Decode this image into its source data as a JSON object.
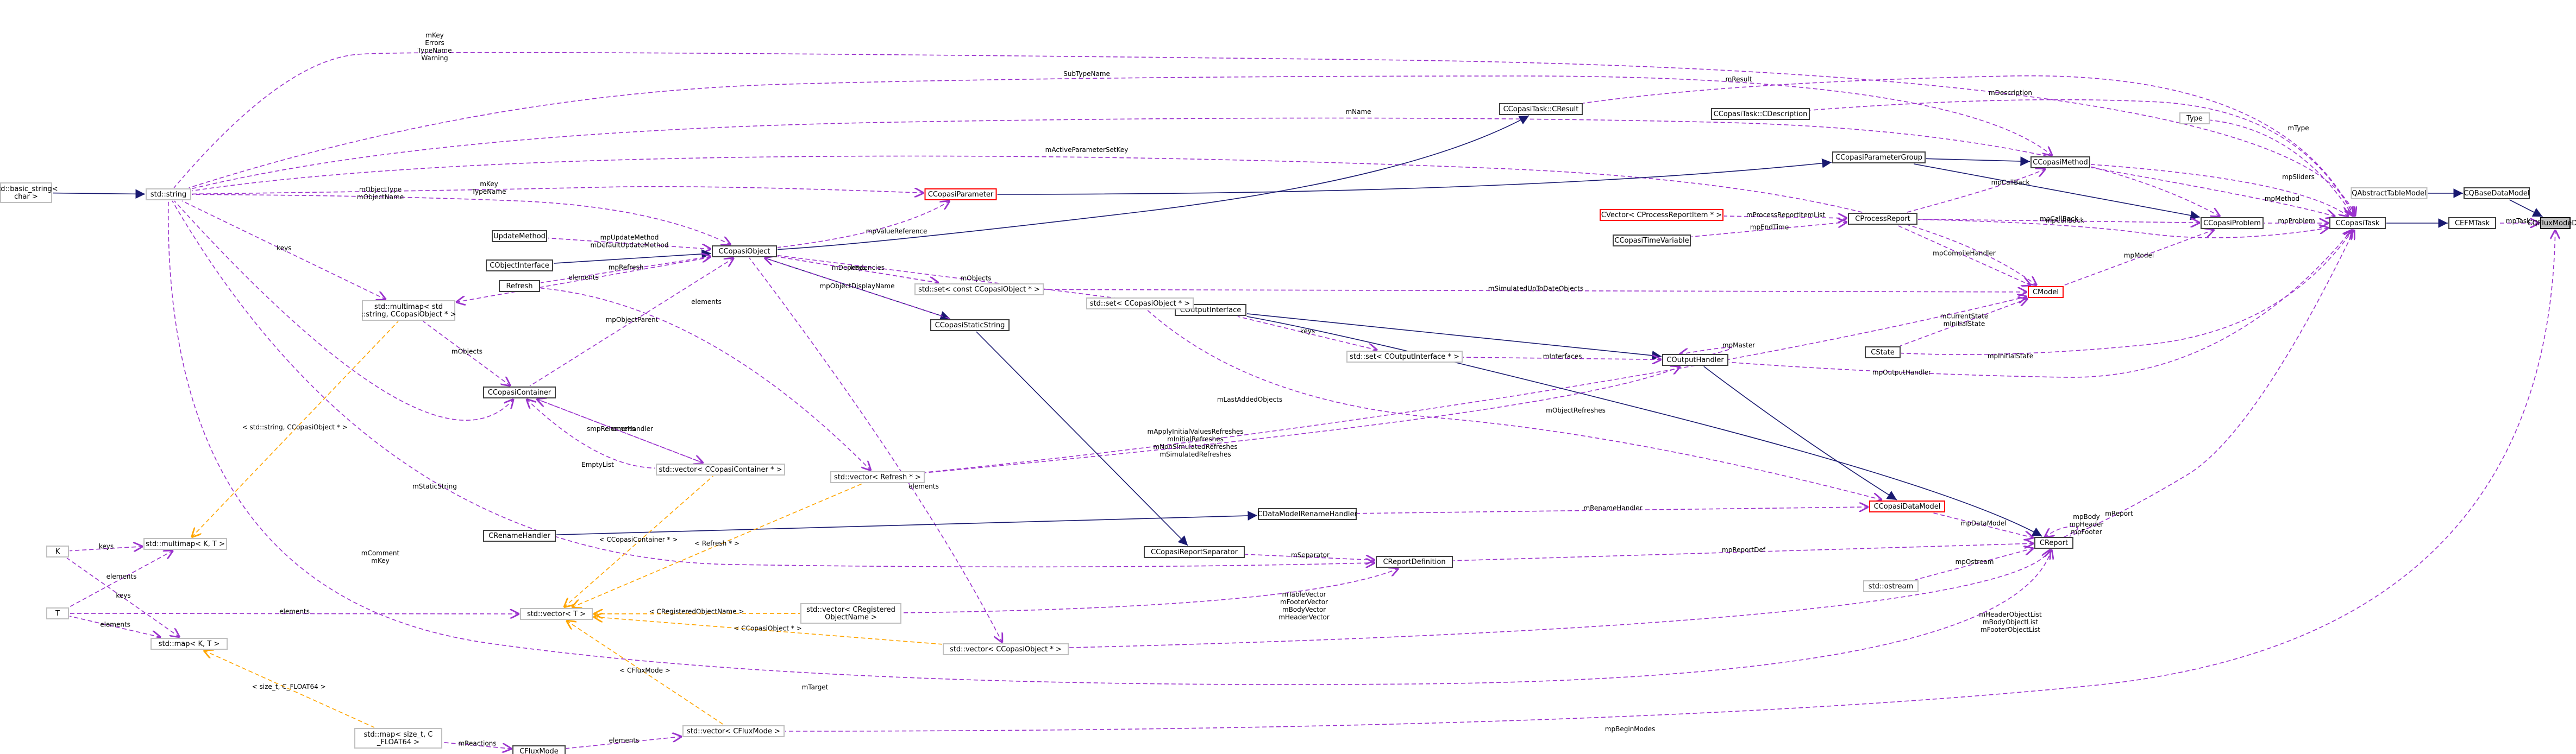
{
  "colors": {
    "inheritance": "#191970",
    "usage": "#9a32cd",
    "template": "#ffa500",
    "focus_fill": "#bfbfbf",
    "node_border": "#404040",
    "undocumented_border": "#bfbfbf",
    "incomplete_border": "#ff0000"
  },
  "nodes": [
    {
      "id": "CQFluxModeDM",
      "label": "CQFluxModeDM",
      "style": "focus"
    },
    {
      "id": "CQBaseDataModel",
      "label": "CQBaseDataModel",
      "style": "normal"
    },
    {
      "id": "CAbstractTableModel",
      "label": "QAbstractTableModel",
      "style": "gray"
    },
    {
      "id": "CEFMTask",
      "label": "CEFMTask",
      "style": "normal"
    },
    {
      "id": "CCopasiTask",
      "label": "CCopasiTask",
      "style": "normal"
    },
    {
      "id": "CCopasiProblem",
      "label": "CCopasiProblem",
      "style": "normal"
    },
    {
      "id": "CCopasiMethod",
      "label": "CCopasiMethod",
      "style": "normal"
    },
    {
      "id": "CCopasiParameterGroup",
      "label": "CCopasiParameterGroup",
      "style": "normal"
    },
    {
      "id": "CCopasiParameter",
      "label": "CCopasiParameter",
      "style": "red"
    },
    {
      "id": "CCopasiObject",
      "label": "CCopasiObject",
      "style": "normal"
    },
    {
      "id": "CCopasiContainer",
      "label": "CCopasiContainer",
      "style": "normal"
    },
    {
      "id": "CCopasiTaskCResult",
      "label": "CCopasiTask::CResult",
      "style": "normal"
    },
    {
      "id": "CCopasiTaskCDescription",
      "label": "CCopasiTask::CDescription",
      "style": "normal"
    },
    {
      "id": "Type",
      "label": "Type",
      "style": "gray"
    },
    {
      "id": "CProcessReport",
      "label": "CProcessReport",
      "style": "normal"
    },
    {
      "id": "CVectorReportItem",
      "label": "CVector< CProcessReportItem * >",
      "style": "red"
    },
    {
      "id": "CCopasiTimeVariable",
      "label": "CCopasiTimeVariable",
      "style": "normal"
    },
    {
      "id": "CModel",
      "label": "CModel",
      "style": "red"
    },
    {
      "id": "CState",
      "label": "CState",
      "style": "normal"
    },
    {
      "id": "COutputHandler",
      "label": "COutputHandler",
      "style": "normal"
    },
    {
      "id": "COutputInterface",
      "label": "COutputInterface",
      "style": "normal"
    },
    {
      "id": "CReport",
      "label": "CReport",
      "style": "normal"
    },
    {
      "id": "CCopasiDataModel",
      "label": "CCopasiDataModel",
      "style": "red"
    },
    {
      "id": "CReportDefinition",
      "label": "CReportDefinition",
      "style": "normal"
    },
    {
      "id": "CDataModelRenameHandler",
      "label": "CDataModelRenameHandler",
      "style": "normal"
    },
    {
      "id": "CRenameHandler",
      "label": "CRenameHandler",
      "style": "normal"
    },
    {
      "id": "CCopasiReportSeparator",
      "label": "CCopasiReportSeparator",
      "style": "normal"
    },
    {
      "id": "CCopasiStaticString",
      "label": "CCopasiStaticString",
      "style": "normal"
    },
    {
      "id": "CFluxMode",
      "label": "CFluxMode",
      "style": "normal"
    },
    {
      "id": "ostream",
      "label": "std::ostream",
      "style": "gray"
    },
    {
      "id": "stdstring",
      "label": "std::string",
      "style": "gray"
    },
    {
      "id": "basicstring",
      "label": "std::basic_string<\nchar >",
      "style": "gray"
    },
    {
      "id": "UpdateMethod",
      "label": "UpdateMethod",
      "style": "normal"
    },
    {
      "id": "CObjectInterface",
      "label": "CObjectInterface",
      "style": "normal"
    },
    {
      "id": "Refresh",
      "label": "Refresh",
      "style": "normal"
    },
    {
      "id": "multimapStringObj",
      "label": "std::multimap< std\n::string, CCopasiObject * >",
      "style": "gray"
    },
    {
      "id": "multimapKT",
      "label": "std::multimap< K, T >",
      "style": "gray"
    },
    {
      "id": "K",
      "label": "K",
      "style": "gray"
    },
    {
      "id": "T",
      "label": "T",
      "style": "gray"
    },
    {
      "id": "mapKT",
      "label": "std::map< K, T >",
      "style": "gray"
    },
    {
      "id": "vectorT",
      "label": "std::vector< T >",
      "style": "gray"
    },
    {
      "id": "mapSizeFloat",
      "label": "std::map< size_t, C\n_FLOAT64 >",
      "style": "gray"
    },
    {
      "id": "setConstObj",
      "label": "std::set< const CCopasiObject * >",
      "style": "gray"
    },
    {
      "id": "setObj",
      "label": "std::set< CCopasiObject * >",
      "style": "gray"
    },
    {
      "id": "setOutputIf",
      "label": "std::set< COutputInterface * >",
      "style": "gray"
    },
    {
      "id": "vectorContainer",
      "label": "std::vector< CCopasiContainer * >",
      "style": "gray"
    },
    {
      "id": "vectorRefresh",
      "label": "std::vector< Refresh * >",
      "style": "gray"
    },
    {
      "id": "vectorRegName",
      "label": "std::vector< CRegistered\nObjectName >",
      "style": "gray"
    },
    {
      "id": "vectorObj",
      "label": "std::vector< CCopasiObject * >",
      "style": "gray"
    },
    {
      "id": "vectorFluxMode",
      "label": "std::vector< CFluxMode >",
      "style": "gray"
    }
  ],
  "edges": [
    {
      "kind": "inh",
      "label": ""
    },
    {
      "kind": "inh",
      "label": ""
    },
    {
      "kind": "use",
      "label": "mpTask"
    },
    {
      "kind": "use",
      "label": "mpBeginModes"
    },
    {
      "kind": "inh",
      "label": ""
    },
    {
      "kind": "use",
      "label": "mKey\nErrors\nTypeName\nWarning"
    },
    {
      "kind": "use",
      "label": "mResult"
    },
    {
      "kind": "use",
      "label": "mDescription"
    },
    {
      "kind": "use",
      "label": "mType"
    },
    {
      "kind": "use",
      "label": "mpSliders"
    },
    {
      "kind": "use",
      "label": "mpMethod"
    },
    {
      "kind": "use",
      "label": "mpProblem"
    },
    {
      "kind": "use",
      "label": "mpCallBack"
    },
    {
      "kind": "use",
      "label": "mpInitialState"
    },
    {
      "kind": "use",
      "label": "mpOutputHandler"
    },
    {
      "kind": "use",
      "label": "mReport"
    },
    {
      "kind": "use",
      "label": "SubTypeName"
    },
    {
      "kind": "use",
      "label": "mName"
    },
    {
      "kind": "use",
      "label": "mActiveParameterSetKey"
    },
    {
      "kind": "use",
      "label": "mKey\nTypeName"
    },
    {
      "kind": "use",
      "label": "mObjectType\nmObjectName"
    },
    {
      "kind": "use",
      "label": "mpValueReference"
    },
    {
      "kind": "inh",
      "label": ""
    },
    {
      "kind": "inh",
      "label": ""
    },
    {
      "kind": "inh",
      "label": ""
    },
    {
      "kind": "inh",
      "label": ""
    },
    {
      "kind": "use",
      "label": "mpCallBack"
    },
    {
      "kind": "use",
      "label": "mpCallBack"
    },
    {
      "kind": "use",
      "label": "mpModel"
    },
    {
      "kind": "use",
      "label": "mProcessReportItemList"
    },
    {
      "kind": "use",
      "label": "mpEndTime"
    },
    {
      "kind": "use",
      "label": "mpCompileHandler"
    },
    {
      "kind": "use",
      "label": "mSimulatedUpToDateObjects"
    },
    {
      "kind": "use",
      "label": "mApplyInitialValuesRefreshes\nmInitialRefreshes\nmNonSimulatedRefreshes\nmSimulatedRefreshes"
    },
    {
      "kind": "use",
      "label": "mCurrentState\nmInitialState"
    },
    {
      "kind": "use",
      "label": "mpUpdateMethod\nmDefaultUpdateMethod"
    },
    {
      "kind": "inh",
      "label": ""
    },
    {
      "kind": "use",
      "label": "mDependencies"
    },
    {
      "kind": "use",
      "label": "keys"
    },
    {
      "kind": "use",
      "label": "mpRefresh"
    },
    {
      "kind": "use",
      "label": "mpObjectParent"
    },
    {
      "kind": "use",
      "label": "elements"
    },
    {
      "kind": "use",
      "label": "mObjects"
    },
    {
      "kind": "use",
      "label": "keys"
    },
    {
      "kind": "use",
      "label": "mObjects"
    },
    {
      "kind": "inh",
      "label": ""
    },
    {
      "kind": "use",
      "label": "mpObjectDisplayName"
    },
    {
      "kind": "use",
      "label": "elements"
    },
    {
      "kind": "inh",
      "label": ""
    },
    {
      "kind": "use",
      "label": "mpMaster"
    },
    {
      "kind": "use",
      "label": "mInterfaces"
    },
    {
      "kind": "use",
      "label": "keys"
    },
    {
      "kind": "inh",
      "label": ""
    },
    {
      "kind": "inh",
      "label": ""
    },
    {
      "kind": "use",
      "label": "mLastAddedObjects"
    },
    {
      "kind": "use",
      "label": "mObjectRefreshes"
    },
    {
      "kind": "use",
      "label": "mpDataModel"
    },
    {
      "kind": "use",
      "label": "mpBody\nmpHeader\nmpFooter"
    },
    {
      "kind": "use",
      "label": "mpReportDef"
    },
    {
      "kind": "use",
      "label": "mpOstream"
    },
    {
      "kind": "use",
      "label": "mHeaderObjectList\nmBodyObjectList\nmFooterObjectList"
    },
    {
      "kind": "use",
      "label": "mTarget"
    },
    {
      "kind": "use",
      "label": "mRenameHandler"
    },
    {
      "kind": "inh",
      "label": ""
    },
    {
      "kind": "use",
      "label": "mSeparator"
    },
    {
      "kind": "use",
      "label": "mTableVector\nmFooterVector\nmBodyVector\nmHeaderVector"
    },
    {
      "kind": "use",
      "label": "mComment\nmKey"
    },
    {
      "kind": "inh",
      "label": ""
    },
    {
      "kind": "use",
      "label": "mStaticString"
    },
    {
      "kind": "use",
      "label": "smpRenameHandler"
    },
    {
      "kind": "use",
      "label": "EmptyList"
    },
    {
      "kind": "use",
      "label": "elements"
    },
    {
      "kind": "use",
      "label": "elements"
    },
    {
      "kind": "tpl",
      "label": "< CCopasiContainer * >"
    },
    {
      "kind": "tpl",
      "label": "< Refresh * >"
    },
    {
      "kind": "tpl",
      "label": "< CRegisteredObjectName >"
    },
    {
      "kind": "tpl",
      "label": "< CCopasiObject * >"
    },
    {
      "kind": "tpl",
      "label": "< CFluxMode >"
    },
    {
      "kind": "use",
      "label": "elements"
    },
    {
      "kind": "use",
      "label": "mReactions"
    },
    {
      "kind": "tpl",
      "label": "< size_t, C_FLOAT64 >"
    },
    {
      "kind": "use",
      "label": "elements"
    },
    {
      "kind": "use",
      "label": "elements"
    },
    {
      "kind": "use",
      "label": "keys"
    },
    {
      "kind": "use",
      "label": "keys"
    },
    {
      "kind": "use",
      "label": "elements"
    },
    {
      "kind": "tpl",
      "label": "< std::string, CCopasiObject * >"
    },
    {
      "kind": "use",
      "label": "keys"
    },
    {
      "kind": "inh",
      "label": ""
    }
  ]
}
